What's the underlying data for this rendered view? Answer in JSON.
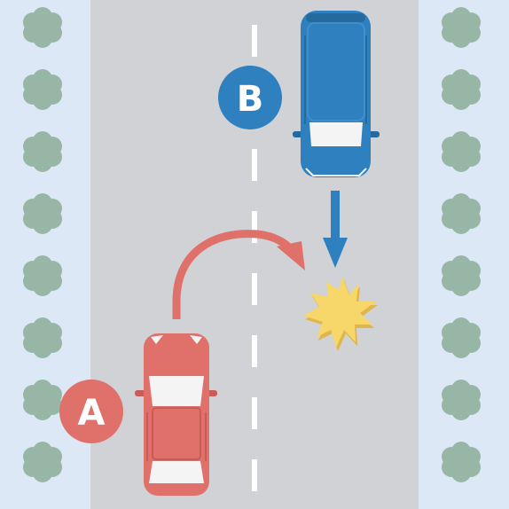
{
  "colors": {
    "sidewalk": "#dce8f6",
    "road": "#d0d2d6",
    "lane_marking": "#ffffff",
    "tree": "#97b6a5",
    "car_a": "#e0706a",
    "car_a_dark": "#c95c57",
    "car_b": "#2f80bf",
    "car_b_dark": "#236a9f",
    "windshield": "#f4f4f4",
    "impact": "#f7d66a",
    "impact_shadow": "#e0b64a"
  },
  "labels": {
    "car_a": "A",
    "car_b": "B"
  },
  "icons": {
    "car_a_path": "u-turn-arrow",
    "car_b_path": "straight-down-arrow",
    "collision": "impact-burst-icon"
  }
}
